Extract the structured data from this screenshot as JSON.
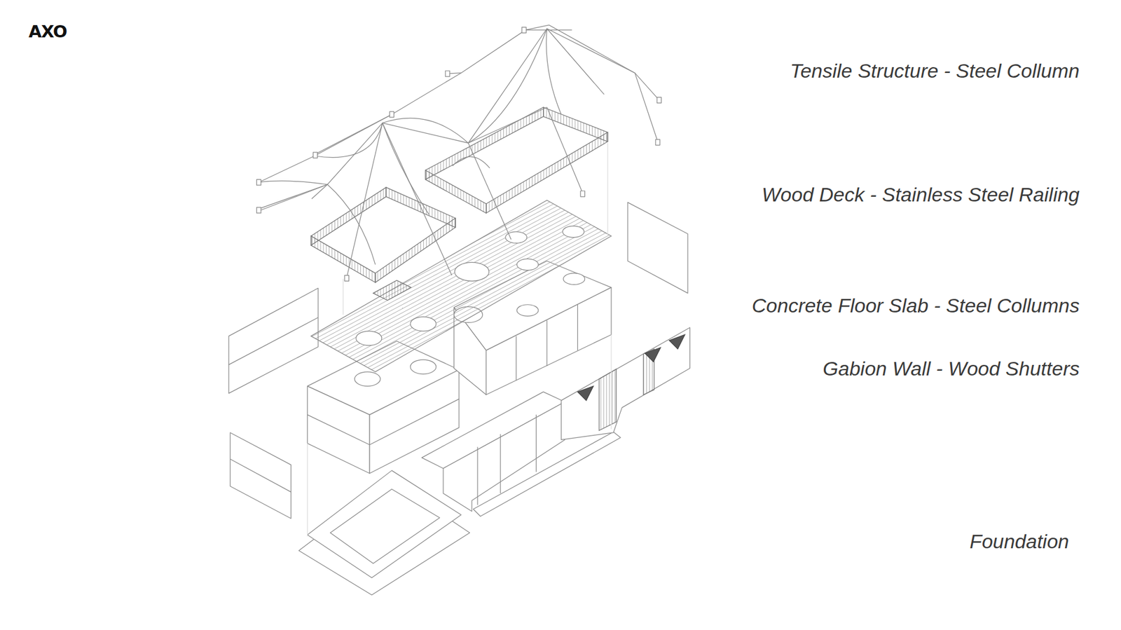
{
  "diagram": {
    "title": "AXO",
    "labels": [
      "Tensile Structure - Steel Collumn",
      "Wood Deck - Stainless Steel Railing",
      "Concrete Floor Slab - Steel Collumns",
      "Gabion Wall - Wood Shutters",
      "Foundation"
    ]
  }
}
